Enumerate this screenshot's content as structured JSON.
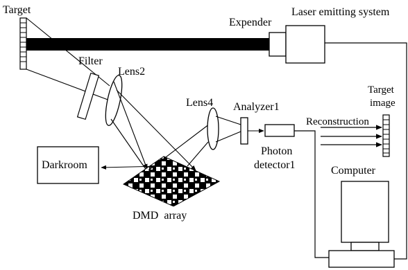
{
  "labels": {
    "target": "Target",
    "expender": "Expender",
    "laser": "Laser emitting system",
    "filter": "Filter",
    "lens2": "Lens2",
    "lens4": "Lens4",
    "analyzer": "Analyzer1",
    "target_image_1": "Target",
    "target_image_2": "image",
    "reconstruction": "Reconstruction",
    "photon_1": "Photon",
    "photon_2": "detector1",
    "darkroom": "Darkroom",
    "computer": "Computer",
    "dmd": "DMD  array"
  },
  "colors": {
    "line": "#000000",
    "background": "#ffffff"
  }
}
